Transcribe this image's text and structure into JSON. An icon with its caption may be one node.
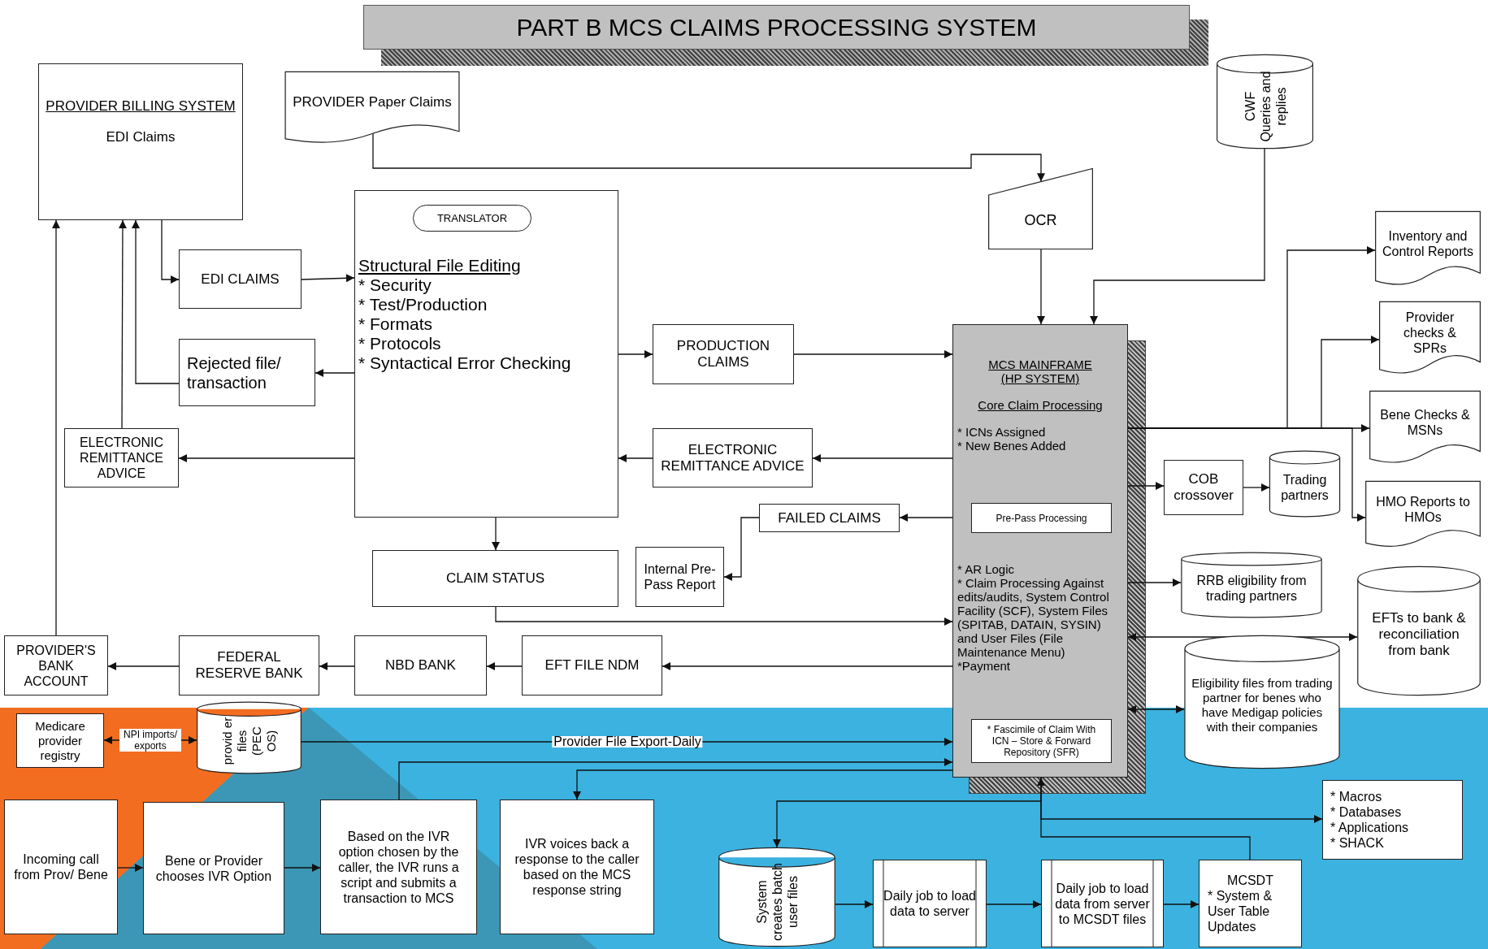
{
  "diagram": {
    "title": "PART B MCS CLAIMS PROCESSING SYSTEM",
    "nodes": [
      {
        "text": [
          "PROVIDER BILLING SYSTEM",
          "EDI Claims"
        ]
      },
      {
        "text": [
          "PROVIDER Paper Claims"
        ]
      },
      {
        "text": [
          "CWF Queries and replies"
        ]
      },
      {
        "text": [
          "OCR"
        ]
      },
      {
        "text": [
          "Structural File Editing",
          "* Security",
          "* Test/Production",
          "* Formats",
          "* Protocols",
          "* Syntactical Error Checking"
        ]
      },
      {
        "text": [
          "TRANSLATOR"
        ],
        "in": 4
      },
      {
        "text": [
          "EDI CLAIMS"
        ]
      },
      {
        "text": [
          "Inventory and Control Reports"
        ]
      },
      {
        "text": [
          "Rejected file/ transaction"
        ]
      },
      {
        "text": [
          "PRODUCTION CLAIMS"
        ]
      },
      {
        "text": [
          "Provider checks & SPRs"
        ]
      },
      {
        "text": [
          "MCS MAINFRAME (HP SYSTEM)",
          "Core Claim Processing",
          "* ICNs Assigned",
          "* New Benes Added",
          "* AR Logic",
          "* Claim Processing Against edits/audits, System Control Facility (SCF), System Files (SPITAB, DATAIN, SYSIN) and User Files (File Maintenance Menu)",
          "*Payment"
        ]
      },
      {
        "text": [
          "Pre-Pass Processing"
        ],
        "in": 11
      },
      {
        "text": [
          "* Fascimile of Claim With ICN – Store & Forward Repository (SFR)"
        ],
        "in": 11
      },
      {
        "text": [
          "Bene Checks & MSNs"
        ]
      },
      {
        "text": [
          "ELECTRONIC REMITTANCE ADVICE"
        ]
      },
      {
        "text": [
          "ELECTRONIC REMITTANCE ADVICE"
        ]
      },
      {
        "text": [
          "COB crossover"
        ]
      },
      {
        "text": [
          "Trading partners"
        ]
      },
      {
        "text": [
          "HMO Reports to HMOs"
        ]
      },
      {
        "text": [
          "FAILED CLAIMS"
        ]
      },
      {
        "text": [
          "Internal Pre-Pass Report"
        ]
      },
      {
        "text": [
          "CLAIM STATUS"
        ]
      },
      {
        "text": [
          "RRB eligibility from trading partners"
        ]
      },
      {
        "text": [
          "EFTs to bank & reconciliation from bank"
        ]
      },
      {
        "text": [
          "PROVIDER'S BANK ACCOUNT"
        ]
      },
      {
        "text": [
          "FEDERAL RESERVE BANK"
        ]
      },
      {
        "text": [
          "NBD BANK"
        ]
      },
      {
        "text": [
          "EFT FILE NDM"
        ]
      },
      {
        "text": [
          "Eligibility files from trading partner for benes who have Medigap policies with their companies"
        ]
      },
      {
        "text": [
          "Medicare provider registry"
        ]
      },
      {
        "text": [
          "provid er files (PEC OS)"
        ]
      },
      {
        "text": [
          "* Macros",
          "* Databases",
          "* Applications",
          "* SHACK"
        ]
      },
      {
        "text": [
          "Incoming call from Prov/ Bene"
        ]
      },
      {
        "text": [
          "Bene or Provider chooses IVR Option"
        ]
      },
      {
        "text": [
          "Based on the IVR option chosen by the caller, the IVR runs a script and submits a transaction to MCS"
        ]
      },
      {
        "text": [
          "IVR voices back a response to the caller based on the MCS response string"
        ]
      },
      {
        "text": [
          "System creates batch user files"
        ]
      },
      {
        "text": [
          "Daily job to load data to server"
        ]
      },
      {
        "text": [
          "Daily job to load data from server to MCSDT files"
        ]
      },
      {
        "text": [
          "MCSDT",
          "* System & User Table Updates"
        ]
      }
    ],
    "edges": [
      {
        "from": 0,
        "to": 6,
        "arrow": "to"
      },
      {
        "from": 6,
        "to": 4,
        "arrow": "to"
      },
      {
        "from": 1,
        "to": 3,
        "arrow": "to"
      },
      {
        "from": 3,
        "to": 11,
        "arrow": "to"
      },
      {
        "from": 2,
        "to": 11,
        "arrow": "to"
      },
      {
        "from": 4,
        "to": 8,
        "arrow": "to"
      },
      {
        "from": 8,
        "to": 0,
        "arrow": "to"
      },
      {
        "from": 4,
        "to": 9,
        "arrow": "to"
      },
      {
        "from": 9,
        "to": 11,
        "arrow": "to"
      },
      {
        "from": 4,
        "to": 15,
        "arrow": "to"
      },
      {
        "from": 15,
        "to": 0,
        "arrow": "to"
      },
      {
        "from": 16,
        "to": 4,
        "arrow": "to"
      },
      {
        "from": 11,
        "to": 16,
        "arrow": "to"
      },
      {
        "from": 11,
        "to": 7,
        "arrow": "to"
      },
      {
        "from": 11,
        "to": 10,
        "arrow": "to"
      },
      {
        "from": 11,
        "to": 14,
        "arrow": "to"
      },
      {
        "from": 11,
        "to": 19,
        "arrow": "to"
      },
      {
        "from": 11,
        "to": 17,
        "arrow": "to"
      },
      {
        "from": 17,
        "to": 18,
        "arrow": "to"
      },
      {
        "from": 12,
        "to": 20,
        "arrow": "to"
      },
      {
        "from": 20,
        "to": 21,
        "arrow": "to"
      },
      {
        "from": 4,
        "to": 22,
        "arrow": "to"
      },
      {
        "from": 22,
        "to": 11,
        "arrow": "to"
      },
      {
        "from": 11,
        "to": 23,
        "arrow": "to"
      },
      {
        "from": 11,
        "to": 24,
        "arrow": "both"
      },
      {
        "from": 11,
        "to": 29,
        "arrow": "both"
      },
      {
        "from": 11,
        "to": 28,
        "arrow": "to"
      },
      {
        "from": 28,
        "to": 27,
        "arrow": "to"
      },
      {
        "from": 27,
        "to": 26,
        "arrow": "to"
      },
      {
        "from": 26,
        "to": 25,
        "arrow": "to"
      },
      {
        "from": 25,
        "to": 0,
        "arrow": "to"
      },
      {
        "from": 30,
        "to": 31,
        "arrow": "both",
        "label": "NPI imports/ exports"
      },
      {
        "from": 31,
        "to": 11,
        "arrow": "to",
        "label": "Provider File Export-Daily"
      },
      {
        "from": 33,
        "to": 34,
        "arrow": "to"
      },
      {
        "from": 34,
        "to": 35,
        "arrow": "to"
      },
      {
        "from": 35,
        "to": 11,
        "arrow": "to"
      },
      {
        "from": 11,
        "to": 36,
        "arrow": "to"
      },
      {
        "from": 11,
        "to": 37,
        "arrow": "to"
      },
      {
        "from": 37,
        "to": 38,
        "arrow": "to"
      },
      {
        "from": 38,
        "to": 39,
        "arrow": "to"
      },
      {
        "from": 39,
        "to": 40,
        "arrow": "to"
      },
      {
        "from": 40,
        "to": 11,
        "arrow": "to"
      },
      {
        "from": 11,
        "to": 32,
        "arrow": "to"
      }
    ]
  }
}
